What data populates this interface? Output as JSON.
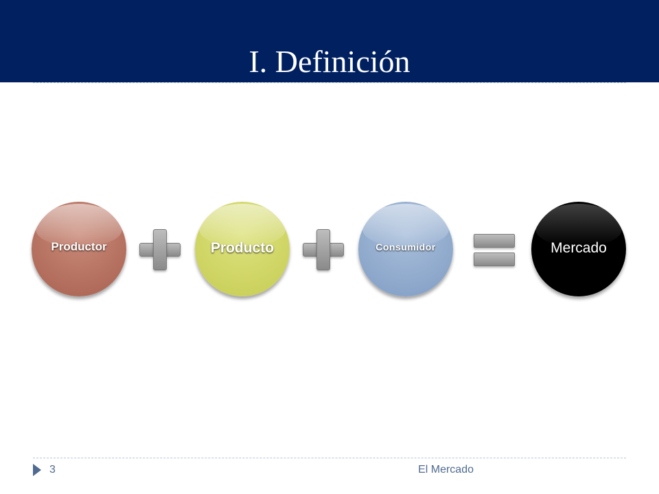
{
  "slide": {
    "title": "I. Definición",
    "page_number": "3",
    "footer": "El Mercado"
  },
  "diagram": {
    "terms": [
      {
        "label": "Productor",
        "color": "#b57664"
      },
      {
        "label": "Producto",
        "color": "#d3d866"
      },
      {
        "label": "Consumidor",
        "color": "#93add0"
      }
    ],
    "result": {
      "label": "Mercado",
      "color": "#000000"
    },
    "operators": [
      "plus-icon",
      "plus-icon",
      "equals-icon"
    ]
  },
  "colors": {
    "header": "#002060",
    "footer_text": "#4f6b8f"
  }
}
